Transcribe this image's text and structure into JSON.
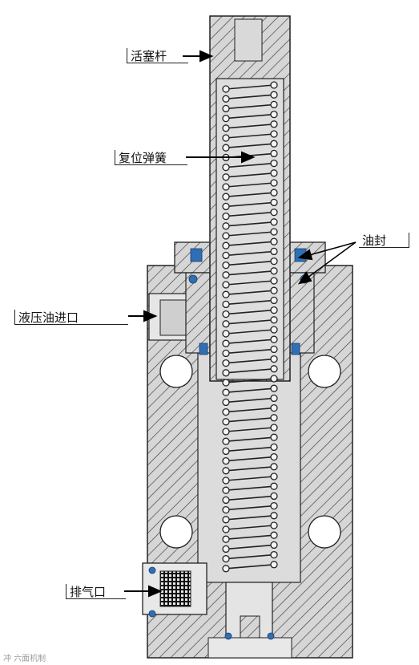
{
  "labels": {
    "piston_rod": "活塞杆",
    "return_spring": "复位弹簧",
    "oil_seal": "油封",
    "oil_inlet": "液压油进口",
    "vent": "排气口"
  },
  "watermark": "冲 六面机制",
  "colors": {
    "metal": "#cfcfcf",
    "hatch": "#3a3a3a",
    "outline": "#222222",
    "seal": "#2f6fb5"
  }
}
